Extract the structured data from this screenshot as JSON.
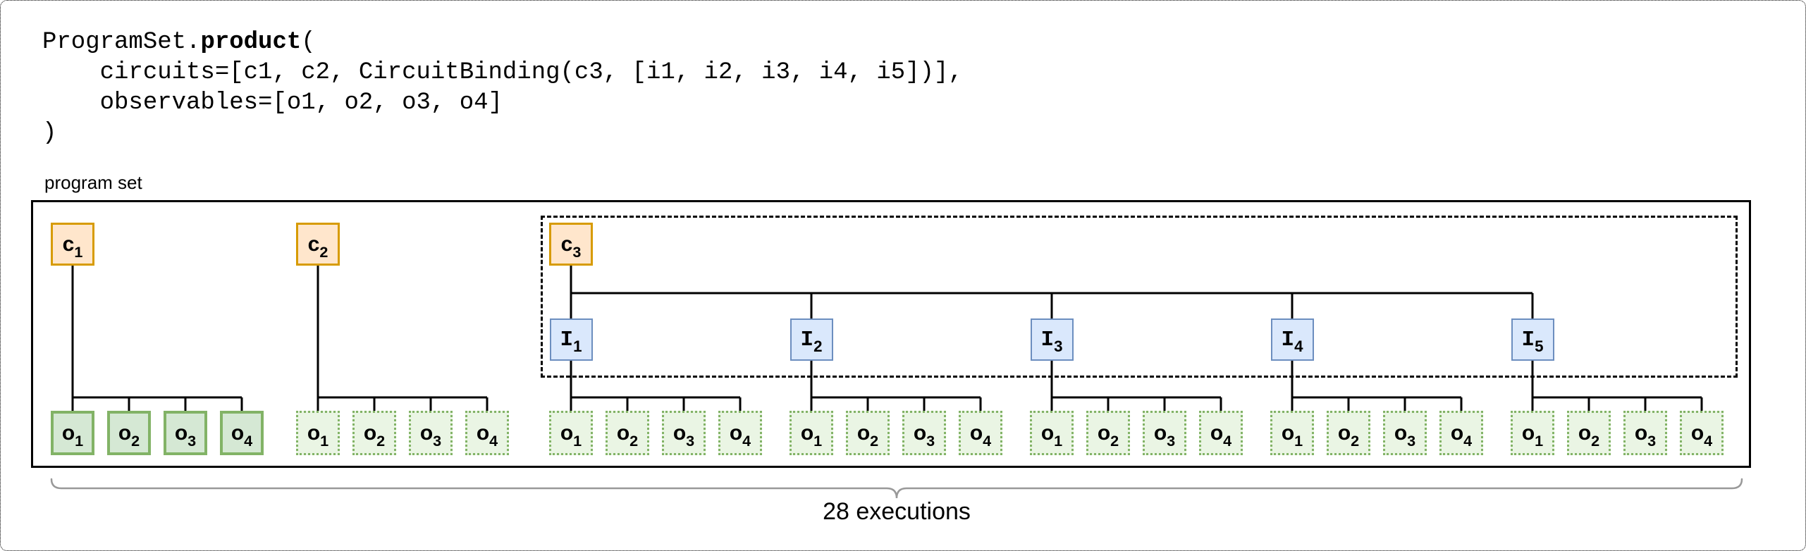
{
  "code": {
    "line1_pre": "ProgramSet.",
    "line1_bold": "product",
    "line1_post": "(",
    "line2": "    circuits=[c1, c2, CircuitBinding(c3, [i1, i2, i3, i4, i5])],",
    "line3": "    observables=[o1, o2, o3, o4]",
    "line4": ")"
  },
  "program_set": {
    "label": "program set"
  },
  "executions": {
    "label": "28 executions"
  },
  "colors": {
    "circuit_fill": "#ffe6cc",
    "circuit_stroke": "#d79b00",
    "instance_fill": "#dae8fc",
    "instance_stroke": "#6c8ebf",
    "observable_solid_fill": "#d5e8d4",
    "observable_dotted_fill": "#eaf5e4",
    "observable_stroke": "#82b366",
    "wire": "#000000",
    "brace": "#999999"
  },
  "diagram": {
    "circuits": [
      {
        "id": "c1",
        "label": "c",
        "sub": "1"
      },
      {
        "id": "c2",
        "label": "c",
        "sub": "2"
      },
      {
        "id": "c3",
        "label": "c",
        "sub": "3"
      }
    ],
    "instances": [
      {
        "id": "i1",
        "label": "I",
        "sub": "1"
      },
      {
        "id": "i2",
        "label": "I",
        "sub": "2"
      },
      {
        "id": "i3",
        "label": "I",
        "sub": "3"
      },
      {
        "id": "i4",
        "label": "I",
        "sub": "4"
      },
      {
        "id": "i5",
        "label": "I",
        "sub": "5"
      }
    ],
    "observable_groups": [
      {
        "parent": "c1",
        "style": "solid",
        "observables": [
          {
            "label": "o",
            "sub": "1"
          },
          {
            "label": "o",
            "sub": "2"
          },
          {
            "label": "o",
            "sub": "3"
          },
          {
            "label": "o",
            "sub": "4"
          }
        ]
      },
      {
        "parent": "c2",
        "style": "dotted",
        "observables": [
          {
            "label": "o",
            "sub": "1"
          },
          {
            "label": "o",
            "sub": "2"
          },
          {
            "label": "o",
            "sub": "3"
          },
          {
            "label": "o",
            "sub": "4"
          }
        ]
      },
      {
        "parent": "i1",
        "style": "dotted",
        "observables": [
          {
            "label": "o",
            "sub": "1"
          },
          {
            "label": "o",
            "sub": "2"
          },
          {
            "label": "o",
            "sub": "3"
          },
          {
            "label": "o",
            "sub": "4"
          }
        ]
      },
      {
        "parent": "i2",
        "style": "dotted",
        "observables": [
          {
            "label": "o",
            "sub": "1"
          },
          {
            "label": "o",
            "sub": "2"
          },
          {
            "label": "o",
            "sub": "3"
          },
          {
            "label": "o",
            "sub": "4"
          }
        ]
      },
      {
        "parent": "i3",
        "style": "dotted",
        "observables": [
          {
            "label": "o",
            "sub": "1"
          },
          {
            "label": "o",
            "sub": "2"
          },
          {
            "label": "o",
            "sub": "3"
          },
          {
            "label": "o",
            "sub": "4"
          }
        ]
      },
      {
        "parent": "i4",
        "style": "dotted",
        "observables": [
          {
            "label": "o",
            "sub": "1"
          },
          {
            "label": "o",
            "sub": "2"
          },
          {
            "label": "o",
            "sub": "3"
          },
          {
            "label": "o",
            "sub": "4"
          }
        ]
      },
      {
        "parent": "i5",
        "style": "dotted",
        "observables": [
          {
            "label": "o",
            "sub": "1"
          },
          {
            "label": "o",
            "sub": "2"
          },
          {
            "label": "o",
            "sub": "3"
          },
          {
            "label": "o",
            "sub": "4"
          }
        ]
      }
    ]
  }
}
